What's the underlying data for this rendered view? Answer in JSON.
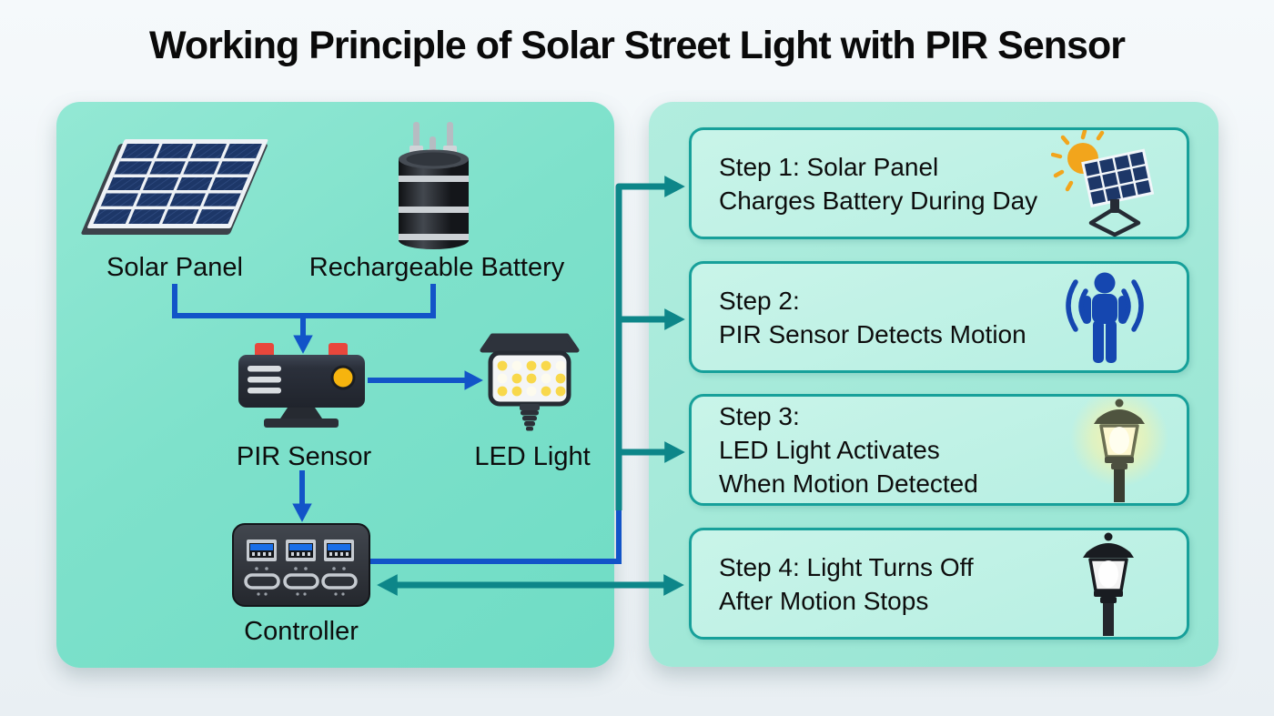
{
  "title": "Working Principle of Solar Street Light with PIR Sensor",
  "colors": {
    "page_background": "#f1f6f8",
    "left_panel": "#7fe1cb",
    "right_panel": "#a6ead9",
    "step_box_fill": "#bff0e3",
    "teal_border": "#17a09a",
    "teal_arrow": "#0d8689",
    "blue_connector": "#1254c8",
    "text": "#0d0d0d",
    "sun": "#f2a51c",
    "panel_navy": "#1d3768",
    "person_blue": "#1547b0",
    "lens_yellow": "#f6b40e",
    "alert_red": "#e8473c"
  },
  "left_panel": {
    "components": [
      {
        "label": "Solar Panel",
        "icon": "solar-panel-icon"
      },
      {
        "label": "Rechargeable Battery",
        "icon": "battery-icon"
      },
      {
        "label": "PIR Sensor",
        "icon": "pir-sensor-icon"
      },
      {
        "label": "LED Light",
        "icon": "led-floodlight-icon"
      },
      {
        "label": "Controller",
        "icon": "controller-icon"
      }
    ]
  },
  "right_panel": {
    "steps": [
      {
        "lines": [
          "Step 1: Solar Panel",
          "Charges Battery During Day"
        ],
        "icon": "sun-solar-panel-icon"
      },
      {
        "lines": [
          "Step 2:",
          "PIR Sensor Detects Motion"
        ],
        "icon": "person-motion-icon"
      },
      {
        "lines": [
          "Step 3:",
          "LED Light Activates",
          "When Motion Detected"
        ],
        "icon": "street-lamp-on-icon"
      },
      {
        "lines": [
          "Step 4: Light Turns Off",
          "After Motion Stops"
        ],
        "icon": "street-lamp-off-icon"
      }
    ]
  }
}
